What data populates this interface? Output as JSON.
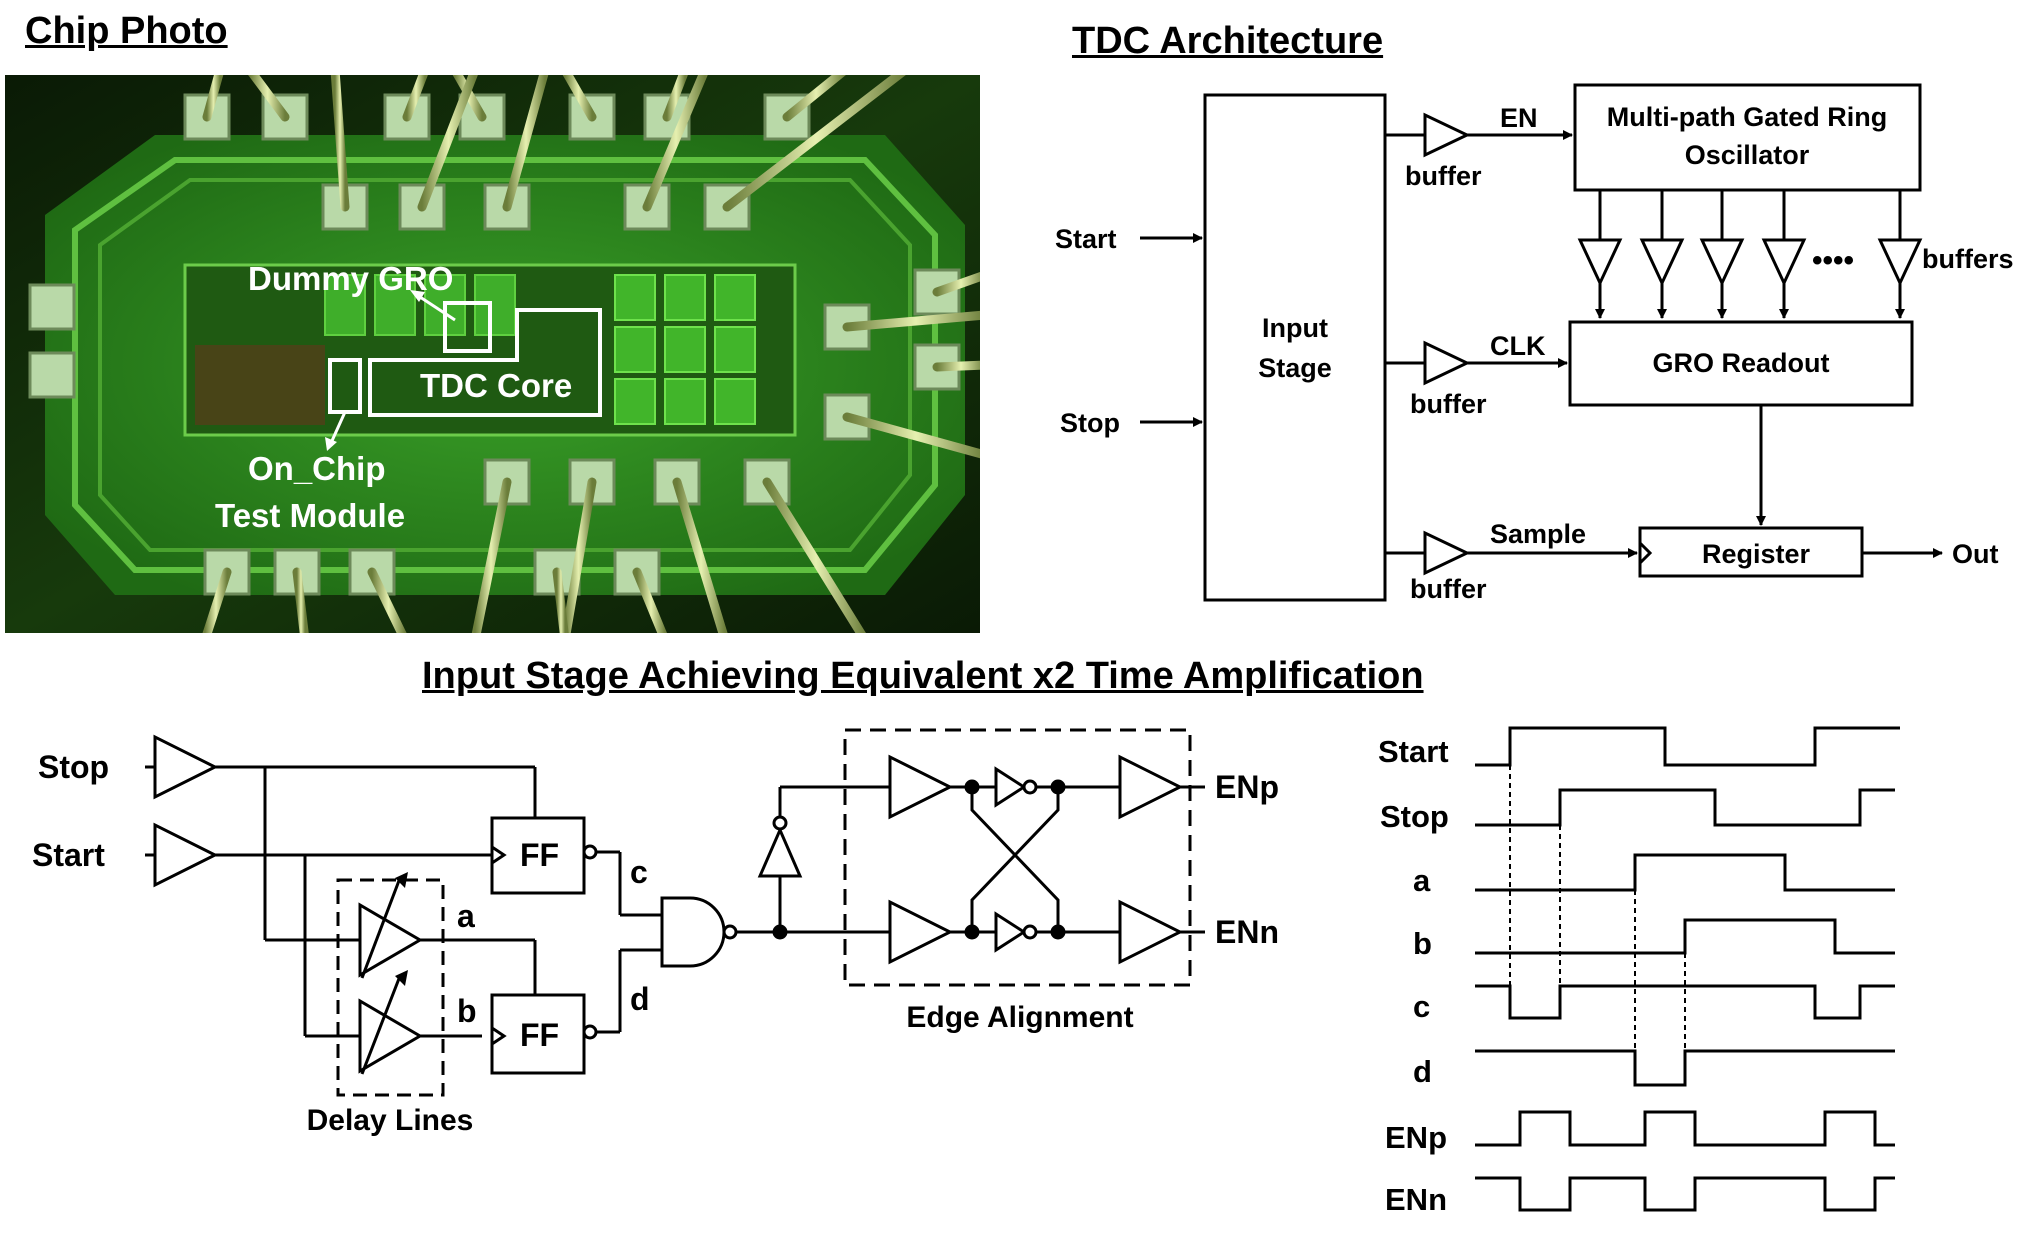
{
  "titles": {
    "chip_photo": "Chip Photo",
    "tdc_architecture": "TDC Architecture",
    "input_stage": "Input Stage Achieving Equivalent x2 Time Amplification"
  },
  "chip_photo": {
    "labels": {
      "dummy_gro": "Dummy GRO",
      "tdc_core": "TDC Core",
      "on_chip_line1": "On_Chip",
      "on_chip_line2": "Test Module"
    },
    "colors": {
      "die": "#2f8a1e",
      "background": "#0d1f08",
      "pad": "#b9d9a8",
      "outline": "#ffffff"
    }
  },
  "tdc_architecture": {
    "inputs": {
      "start": "Start",
      "stop": "Stop"
    },
    "input_stage_line1": "Input",
    "input_stage_line2": "Stage",
    "buffer_label": "buffer",
    "buffers_label": "buffers",
    "dots": "••••",
    "signals": {
      "en": "EN",
      "clk": "CLK",
      "sample": "Sample"
    },
    "blocks": {
      "gro_line1": "Multi-path Gated Ring",
      "gro_line2": "Oscillator",
      "readout": "GRO Readout",
      "register": "Register"
    },
    "output": "Out"
  },
  "input_stage": {
    "inputs": {
      "stop": "Stop",
      "start": "Start"
    },
    "ff_label": "FF",
    "nodes": {
      "a": "a",
      "b": "b",
      "c": "c",
      "d": "d"
    },
    "delay_lines": "Delay Lines",
    "edge_alignment": "Edge Alignment",
    "outputs": {
      "enp": "ENp",
      "enn": "ENn"
    }
  },
  "timing": {
    "signals": [
      "Start",
      "Stop",
      "a",
      "b",
      "c",
      "d",
      "ENp",
      "ENn"
    ]
  }
}
